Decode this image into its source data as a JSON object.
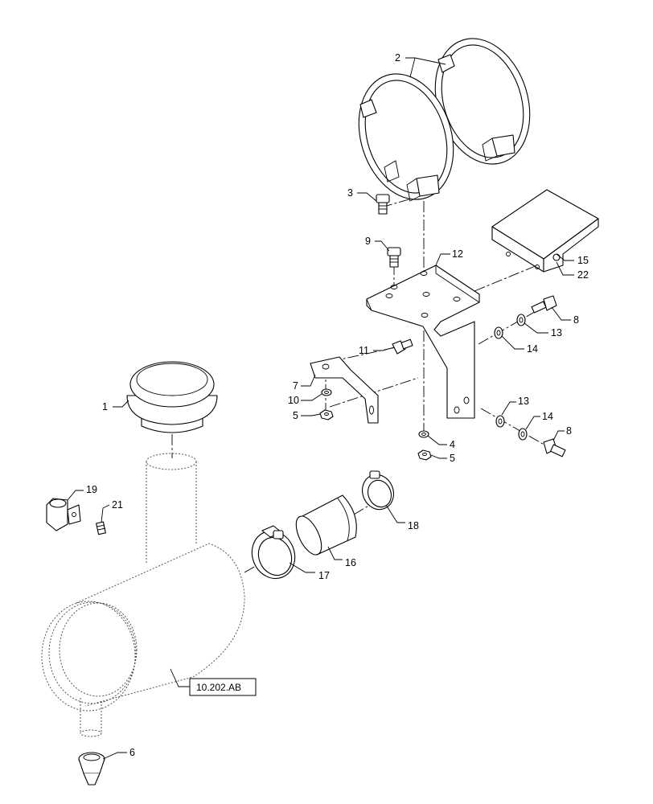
{
  "callouts": {
    "c1": "1",
    "c2": "2",
    "c3": "3",
    "c4": "4",
    "c5a": "5",
    "c5b": "5",
    "c6": "6",
    "c7": "7",
    "c8a": "8",
    "c8b": "8",
    "c9": "9",
    "c10": "10",
    "c11": "11",
    "c12": "12",
    "c13a": "13",
    "c13b": "13",
    "c14a": "14",
    "c14b": "14",
    "c15": "15",
    "c16": "16",
    "c17": "17",
    "c18": "18",
    "c19": "19",
    "c21": "21",
    "c22": "22"
  },
  "reference": {
    "label": "10.202.AB"
  }
}
